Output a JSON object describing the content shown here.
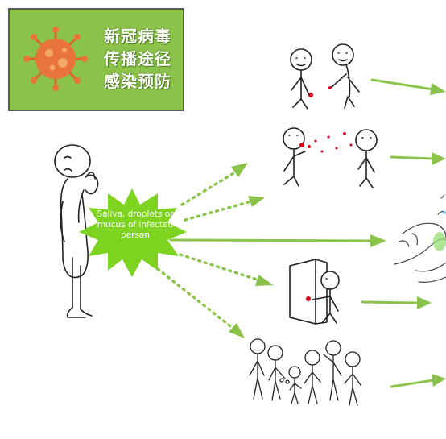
{
  "title_box": {
    "lines": [
      "新冠病毒",
      "传播途径",
      "感染预防"
    ],
    "background_color": "#8bc34a",
    "text_color": "#ffffff"
  },
  "source": {
    "label": "Saliva, droplets or mucus of infected person",
    "burst_color": "#7ed321"
  },
  "icons": {
    "virus": "coronavirus-icon",
    "source_person": "coughing-person-icon"
  },
  "arrow_color": "#8bc34a",
  "spread_color": "#c0392b",
  "routes": [
    {
      "id": "handshake",
      "mode": "dotted"
    },
    {
      "id": "droplets",
      "mode": "dotted"
    },
    {
      "id": "surface",
      "mode": "solid"
    },
    {
      "id": "door-handle",
      "mode": "dotted"
    },
    {
      "id": "crowd",
      "mode": "dotted"
    }
  ]
}
